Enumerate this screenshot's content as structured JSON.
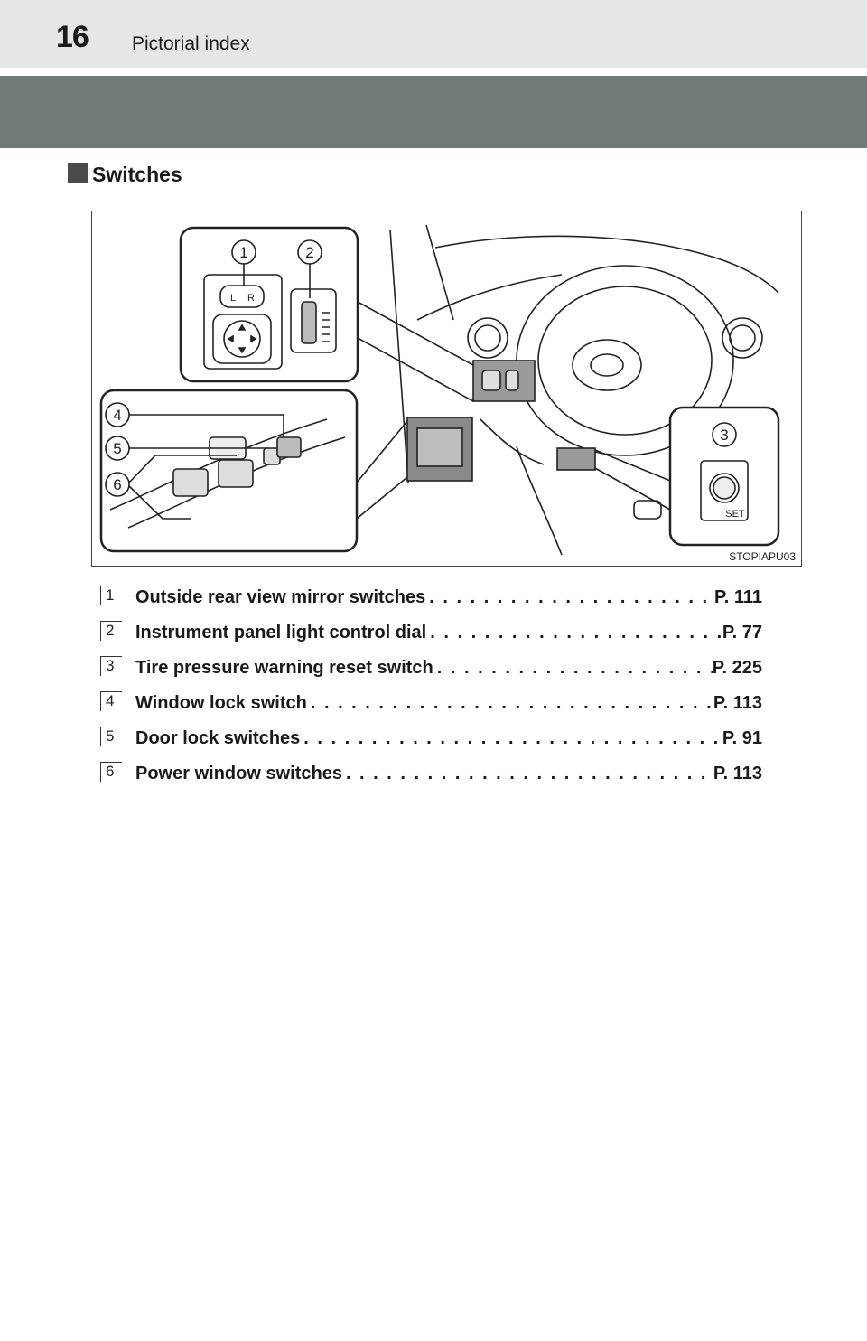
{
  "header": {
    "page_number": "16",
    "title": "Pictorial index"
  },
  "section": {
    "title": "Switches"
  },
  "figure": {
    "code": "STOPIAPU03",
    "callouts": [
      "1",
      "2",
      "3",
      "4",
      "5",
      "6"
    ],
    "mirror_switch_labels": [
      "L",
      "R"
    ],
    "reset_switch_label": "SET"
  },
  "items": [
    {
      "number": "1",
      "label": "Outside rear view mirror switches",
      "page": "P. 111"
    },
    {
      "number": "2",
      "label": "Instrument panel light control dial",
      "page": "P. 77"
    },
    {
      "number": "3",
      "label": "Tire pressure warning reset switch",
      "page": "P. 225"
    },
    {
      "number": "4",
      "label": "Window lock switch",
      "page": "P. 113"
    },
    {
      "number": "5",
      "label": "Door lock switches",
      "page": "P. 91"
    },
    {
      "number": "6",
      "label": "Power window switches",
      "page": "P. 113"
    }
  ]
}
